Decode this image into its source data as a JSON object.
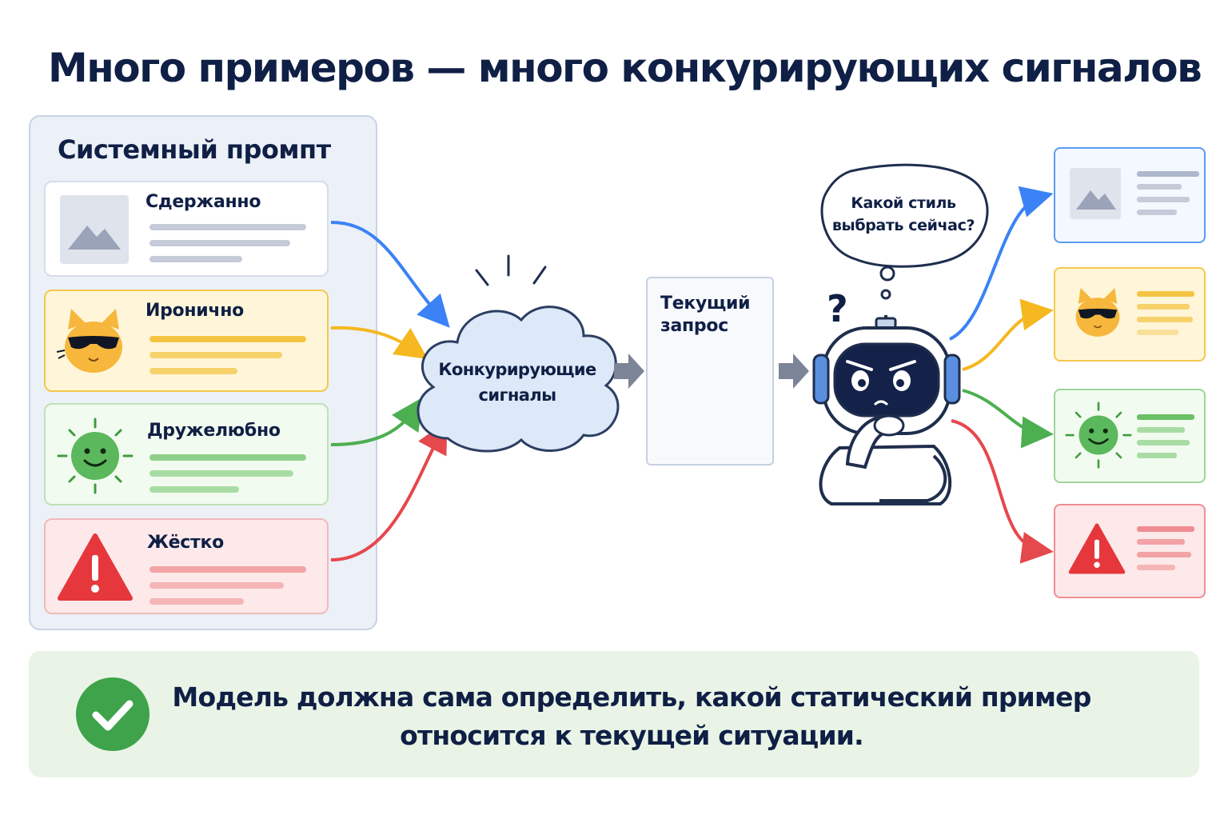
{
  "title": "Много примеров — много конкурирующих сигналов",
  "system_prompt": {
    "title": "Системный промпт",
    "examples": [
      {
        "label": "Сдержанно",
        "icon": "image-placeholder-icon",
        "color": "#3b82f6"
      },
      {
        "label": "Иронично",
        "icon": "cool-cat-icon",
        "color": "#f5b820"
      },
      {
        "label": "Дружелюбно",
        "icon": "smiling-sun-icon",
        "color": "#4caf50"
      },
      {
        "label": "Жёстко",
        "icon": "warning-triangle-icon",
        "color": "#e5484d"
      }
    ]
  },
  "cloud": {
    "label": "Конкурирующие сигналы"
  },
  "query": {
    "label": "Текущий\nзапрос"
  },
  "robot": {
    "question_mark": "?",
    "thought": "Какой стиль выбрать сейчас?"
  },
  "outputs": [
    {
      "icon": "image-placeholder-icon",
      "color": "#3b82f6"
    },
    {
      "icon": "cool-cat-icon",
      "color": "#f5b820"
    },
    {
      "icon": "smiling-sun-icon",
      "color": "#4caf50"
    },
    {
      "icon": "warning-triangle-icon",
      "color": "#e5484d"
    }
  ],
  "conclusion": {
    "icon": "check-circle-icon",
    "text": "Модель должна сама определить, какой статический пример относится к текущей ситуации."
  }
}
